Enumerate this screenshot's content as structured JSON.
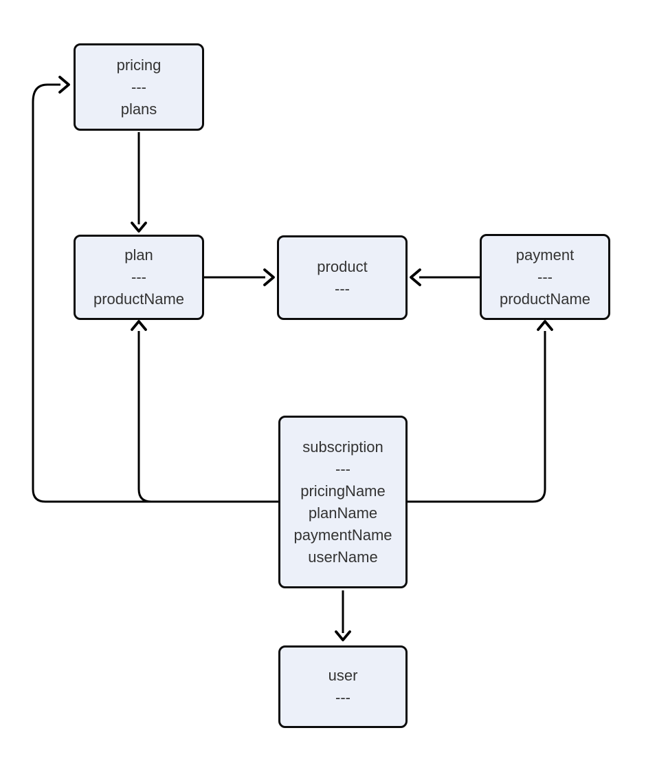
{
  "diagram": {
    "type": "flowchart",
    "nodes": {
      "pricing": {
        "lines": [
          "pricing",
          "---",
          "plans"
        ]
      },
      "plan": {
        "lines": [
          "plan",
          "---",
          "productName"
        ]
      },
      "product": {
        "lines": [
          "product",
          "---"
        ]
      },
      "payment": {
        "lines": [
          "payment",
          "---",
          "productName"
        ]
      },
      "subscription": {
        "lines": [
          "subscription",
          "---",
          "pricingName",
          "planName",
          "paymentName",
          "userName"
        ]
      },
      "user": {
        "lines": [
          "user",
          "---"
        ]
      }
    },
    "edges": [
      {
        "from": "pricing",
        "to": "plan"
      },
      {
        "from": "plan",
        "to": "product"
      },
      {
        "from": "payment",
        "to": "product"
      },
      {
        "from": "subscription",
        "to": "pricing"
      },
      {
        "from": "subscription",
        "to": "plan"
      },
      {
        "from": "subscription",
        "to": "payment"
      },
      {
        "from": "subscription",
        "to": "user"
      }
    ],
    "colors": {
      "node_fill": "#ECF0F9",
      "node_border": "#0B0B0B",
      "edge": "#000000",
      "text": "#333333",
      "background": "#FFFFFF"
    }
  }
}
